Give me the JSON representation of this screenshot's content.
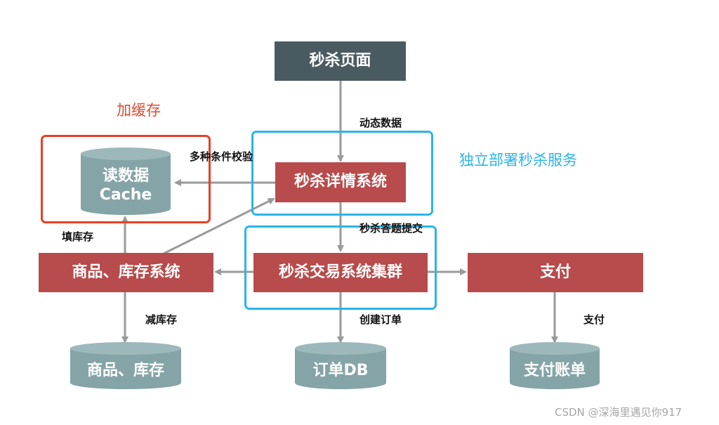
{
  "nodes": {
    "seckill_page": "秒杀页面",
    "seckill_detail": "秒杀详情系统",
    "seckill_trade": "秒杀交易系统集群",
    "goods_stock_system": "商品、库存系统",
    "payment": "支付",
    "cache_line1": "读数据",
    "cache_line2": "Cache",
    "db_goods_stock": "商品、库存",
    "db_order": "订单DB",
    "db_pay_bill": "支付账单"
  },
  "edge_labels": {
    "dynamic_data": "动态数据",
    "multi_check": "多种条件校验",
    "answer_submit": "秒杀答题提交",
    "fill_stock": "填库存",
    "reduce_stock": "减库存",
    "create_order": "创建订单",
    "pay": "支付"
  },
  "annotations": {
    "add_cache": "加缓存",
    "independent_deploy": "独立部署秒杀服务"
  },
  "watermark": "CSDN @深海里遇见你917",
  "colors": {
    "dark_node": "#4a5a61",
    "red_node": "#b84b4b",
    "cylinder": "#85a4a7",
    "arrow": "#9a9a9a",
    "highlight_red": "#e54028",
    "highlight_blue": "#2ab4ea"
  }
}
